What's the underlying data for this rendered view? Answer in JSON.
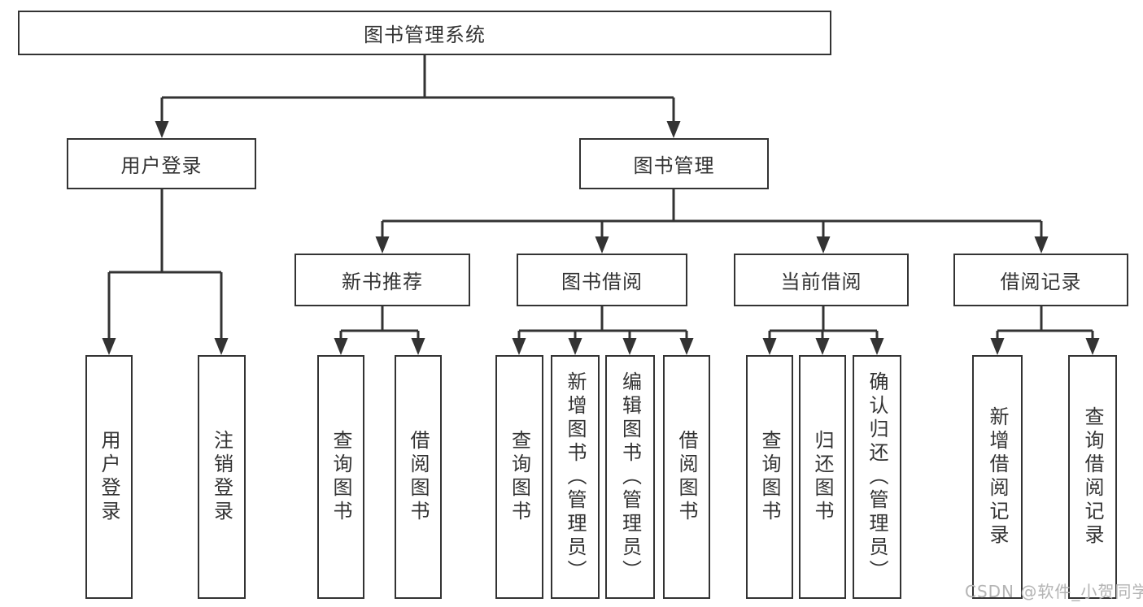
{
  "colors": {
    "line_color": "#333333",
    "box_fill": "#ffffff",
    "text_color": "#333333",
    "watermark_color": "#b5b5b5",
    "bg_color": "#ffffff"
  },
  "tree": {
    "root": {
      "label": "图书管理系统"
    },
    "branches": [
      {
        "label": "用户登录",
        "leaves": [
          {
            "label": "用户登录"
          },
          {
            "label": "注销登录"
          }
        ]
      },
      {
        "label": "图书管理",
        "groups": [
          {
            "label": "新书推荐",
            "leaves": [
              {
                "label": "查询图书"
              },
              {
                "label": "借阅图书"
              }
            ]
          },
          {
            "label": "图书借阅",
            "leaves": [
              {
                "label": "查询图书"
              },
              {
                "label": "新增图书（管理员）"
              },
              {
                "label": "编辑图书（管理员）"
              },
              {
                "label": "借阅图书"
              }
            ]
          },
          {
            "label": "当前借阅",
            "leaves": [
              {
                "label": "查询图书"
              },
              {
                "label": "归还图书"
              },
              {
                "label": "确认归还（管理员）"
              }
            ]
          },
          {
            "label": "借阅记录",
            "leaves": [
              {
                "label": "新增借阅记录"
              },
              {
                "label": "查询借阅记录"
              }
            ]
          }
        ]
      }
    ]
  },
  "watermark": {
    "text": "CSDN @软件_小贺同学"
  }
}
